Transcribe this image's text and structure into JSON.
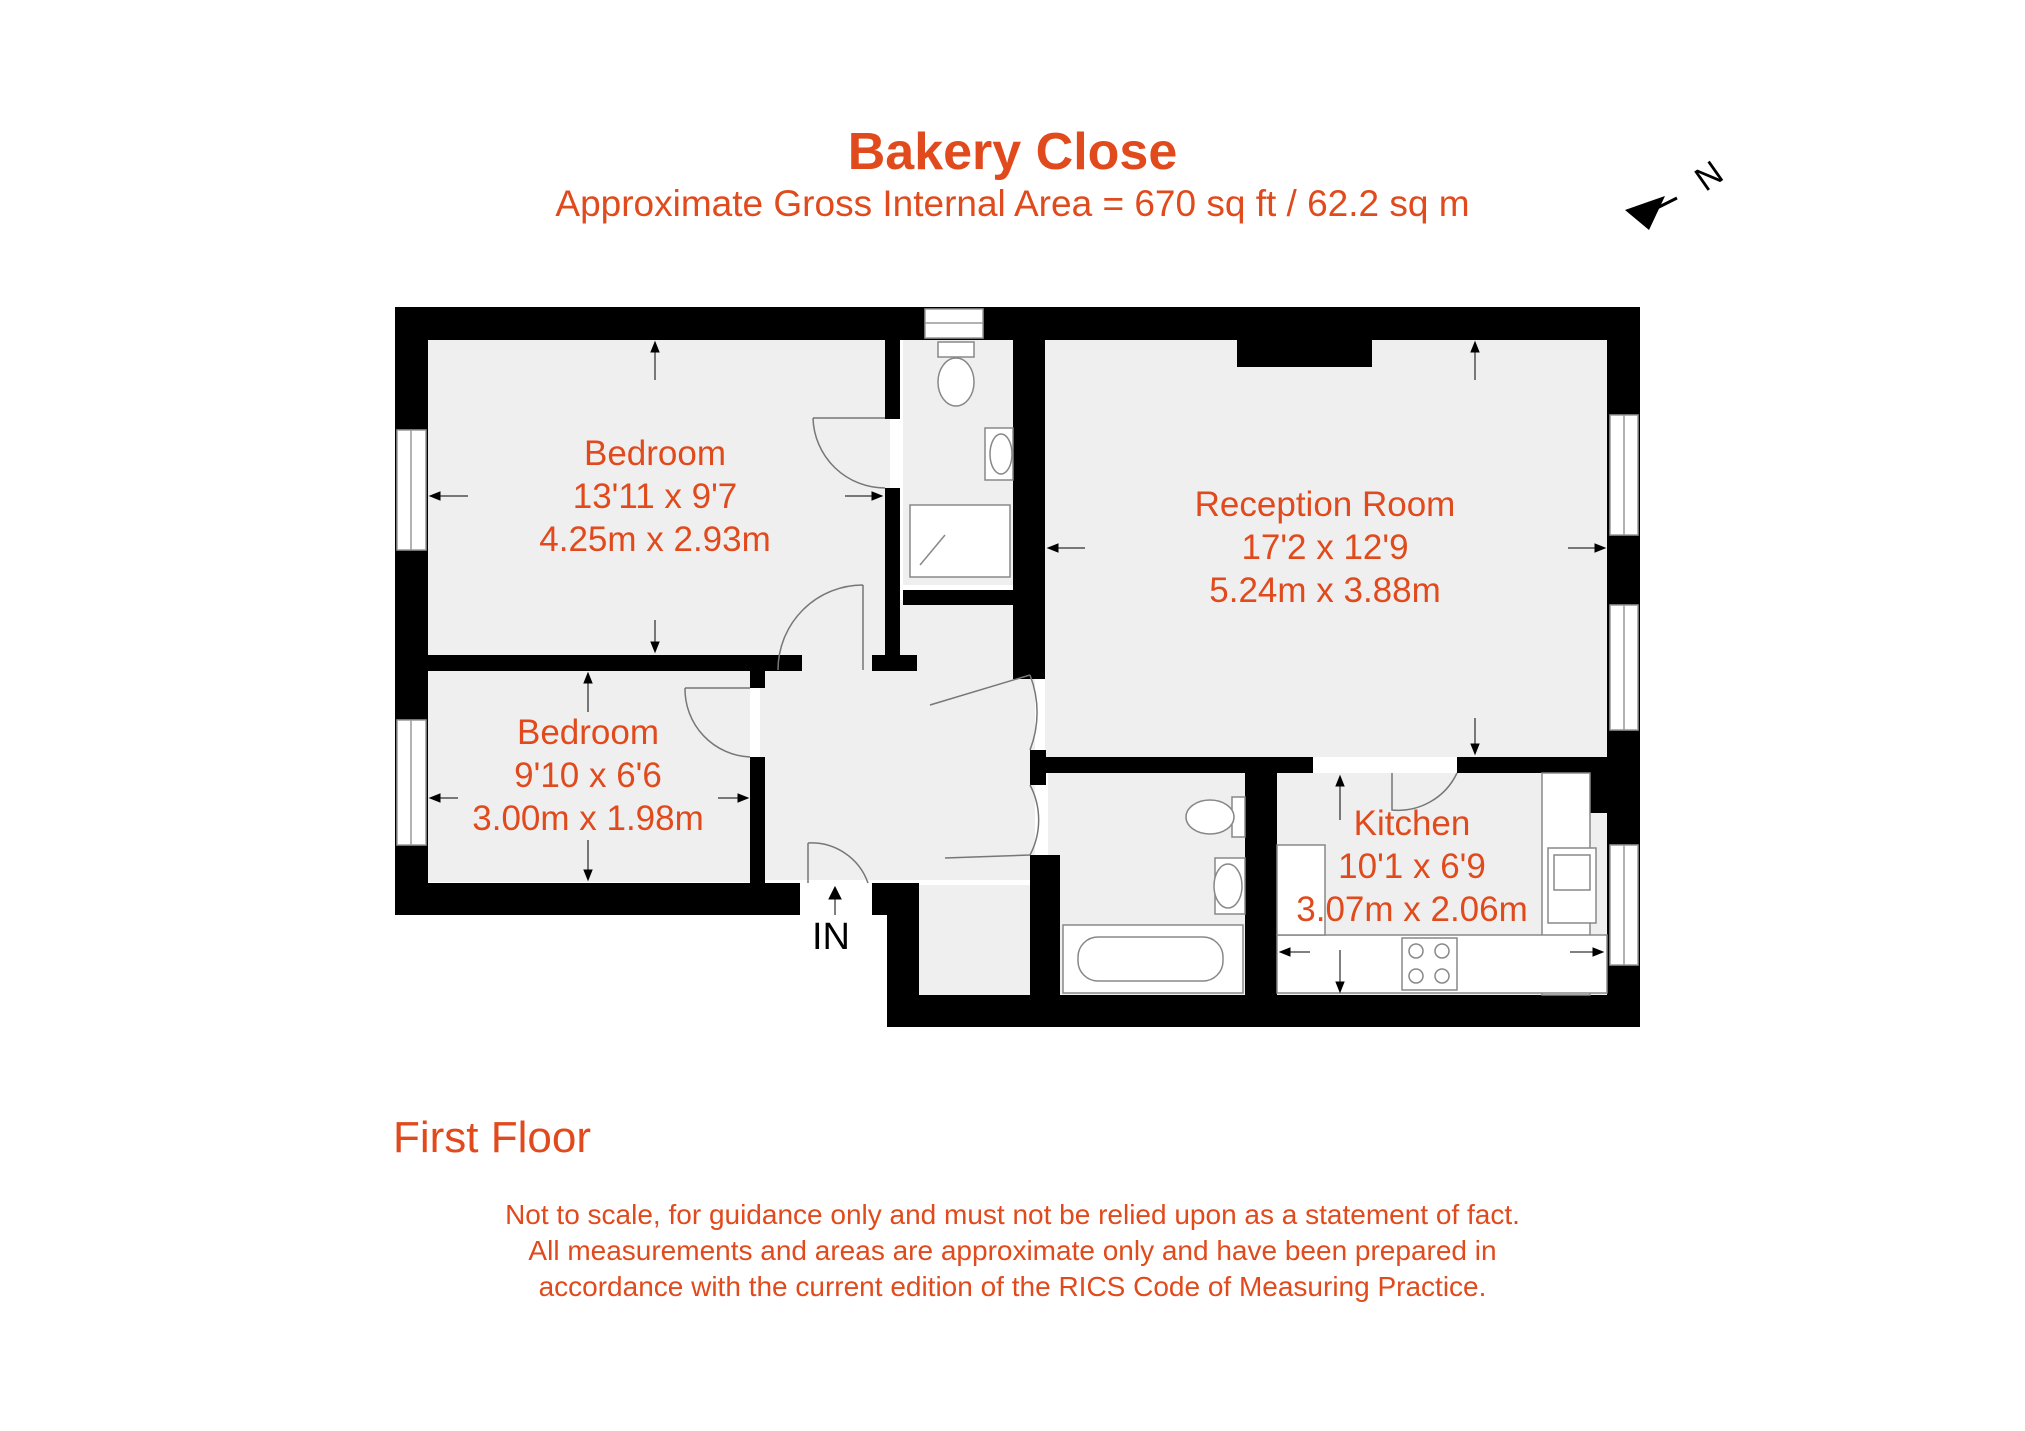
{
  "colors": {
    "accent": "#e04a1c",
    "wall": "#000000",
    "floor": "#efefef",
    "fixture": "#ffffff",
    "window": "#ffffff"
  },
  "header": {
    "title": "Bakery Close",
    "area": "Approximate Gross Internal Area = 670 sq ft / 62.2 sq m"
  },
  "compass": {
    "label": "N",
    "icon": "north-arrow-icon"
  },
  "rooms": {
    "bedroom1": {
      "name": "Bedroom",
      "imperial": "13'11 x 9'7",
      "metric": "4.25m x 2.93m"
    },
    "bedroom2": {
      "name": "Bedroom",
      "imperial": "9'10 x 6'6",
      "metric": "3.00m x 1.98m"
    },
    "reception": {
      "name": "Reception Room",
      "imperial": "17'2 x 12'9",
      "metric": "5.24m x 3.88m"
    },
    "kitchen": {
      "name": "Kitchen",
      "imperial": "10'1 x 6'9",
      "metric": "3.07m x 2.06m"
    }
  },
  "entrance_label": "IN",
  "floor_label": "First Floor",
  "disclaimer": {
    "line1": "Not to scale, for guidance only and must not be relied upon as a statement of fact.",
    "line2": "All measurements and areas are approximate only and have been prepared in",
    "line3": "accordance with the current edition of the RICS Code of Measuring Practice."
  }
}
